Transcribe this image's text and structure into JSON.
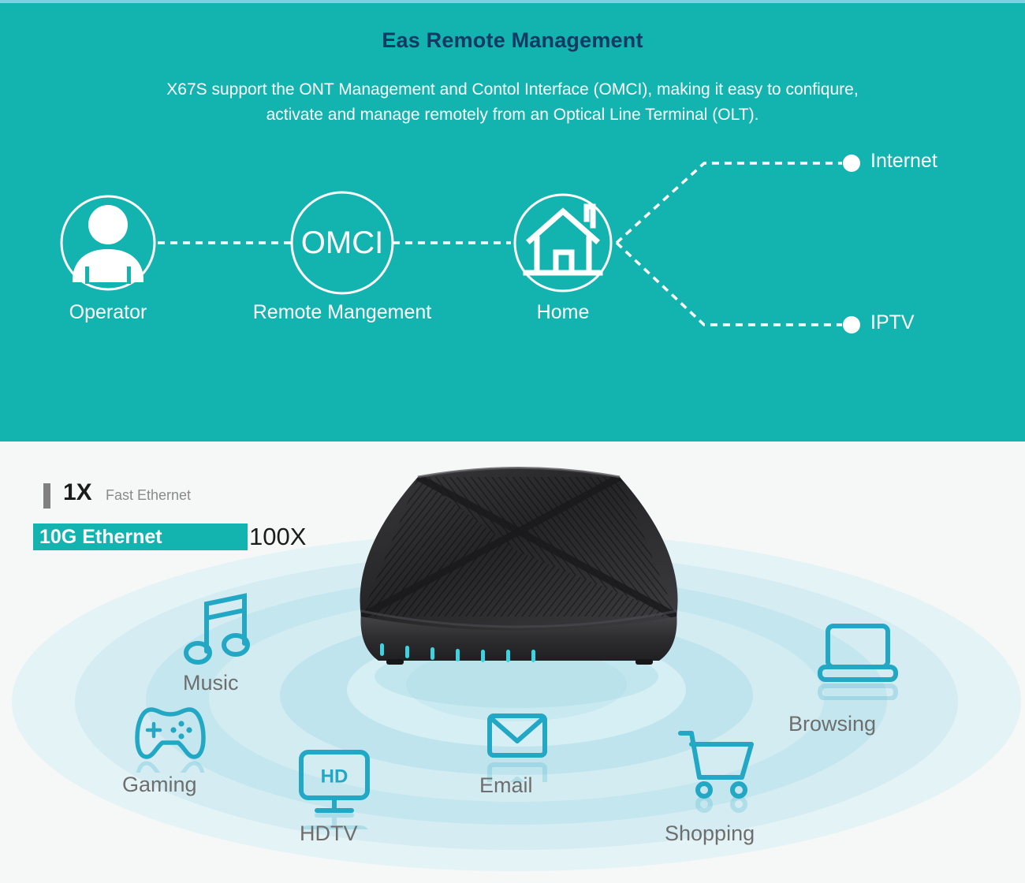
{
  "top": {
    "title": "Eas Remote Management",
    "subtitle_line1": "X67S support the ONT Management and Contol Interface (OMCI), making it easy to confiqure,",
    "subtitle_line2": "activate and manage remotely from an Optical Line Terminal (OLT).",
    "background_color": "#13b3b0",
    "title_color": "#123a63"
  },
  "diagram": {
    "nodes": [
      {
        "id": "operator",
        "label": "Operator",
        "icon": "person-icon"
      },
      {
        "id": "omci",
        "label": "Remote Mangement",
        "badge": "OMCI",
        "icon": "omci-circle-icon"
      },
      {
        "id": "home",
        "label": "Home",
        "icon": "house-icon"
      }
    ],
    "endpoints": [
      {
        "id": "internet",
        "label": "Internet",
        "icon": "endpoint-dot-icon"
      },
      {
        "id": "iptv",
        "label": "IPTV",
        "icon": "endpoint-dot-icon"
      }
    ],
    "connector_style": "dashed",
    "connector_color": "#ffffff"
  },
  "chart_data": {
    "type": "bar",
    "title": "",
    "orientation": "horizontal",
    "categories": [
      "Fast Ethernet",
      "10G Ethernet"
    ],
    "values": [
      1,
      100
    ],
    "value_labels": [
      "1X",
      "100X"
    ],
    "colors": [
      "#808080",
      "#13b3b0"
    ],
    "xlabel": "",
    "ylabel": "",
    "xlim": [
      0,
      100
    ]
  },
  "bars": {
    "fast": {
      "multiplier": "1X",
      "name": "Fast Ethernet",
      "color": "#808080"
    },
    "ten_g": {
      "name": "10G Ethernet",
      "multiplier": "100X",
      "color": "#13b3b0"
    }
  },
  "device": {
    "name": "ont-router-device",
    "led_count": 7,
    "led_color": "#3fd2e0",
    "body_color": "#2c2c2e"
  },
  "uses": [
    {
      "id": "music",
      "label": "Music",
      "icon": "music-note-icon"
    },
    {
      "id": "gaming",
      "label": "Gaming",
      "icon": "gamepad-icon"
    },
    {
      "id": "hdtv",
      "label": "HDTV",
      "icon": "tv-icon",
      "badge": "HD"
    },
    {
      "id": "email",
      "label": "Email",
      "icon": "envelope-icon"
    },
    {
      "id": "shopping",
      "label": "Shopping",
      "icon": "shopping-cart-icon"
    },
    {
      "id": "browsing",
      "label": "Browsing",
      "icon": "laptop-icon"
    }
  ],
  "colors": {
    "teal": "#13b3b0",
    "icon_cyan": "#22a8c4",
    "label_gray": "#6e6e6e",
    "page_bg": "#f6f7f7",
    "top_hairline": "#7ecfe4"
  }
}
